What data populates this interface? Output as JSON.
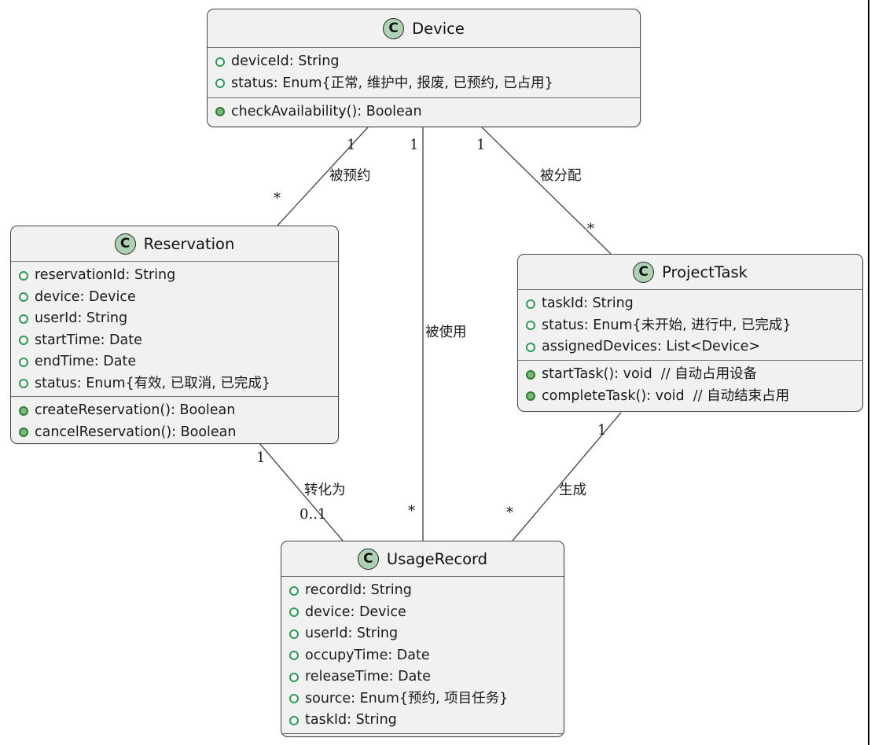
{
  "diagram": {
    "kind": "uml-class-diagram",
    "colors": {
      "class_fill": "#f1f1f1",
      "class_border": "#454545",
      "spot_fill": "#add1b2",
      "field_marker": "#2e9957",
      "method_marker": "#317a31",
      "edge_line": "#4e4e4e",
      "background": "#ffffff"
    },
    "classes": [
      {
        "stereotype": "C",
        "name": "Device",
        "attributes": [
          "deviceId: String",
          "status: Enum{正常, 维护中, 报废, 已预约, 已占用}"
        ],
        "methods": [
          "checkAvailability(): Boolean"
        ]
      },
      {
        "stereotype": "C",
        "name": "Reservation",
        "attributes": [
          "reservationId: String",
          "device: Device",
          "userId: String",
          "startTime: Date",
          "endTime: Date",
          "status: Enum{有效, 已取消, 已完成}"
        ],
        "methods": [
          "createReservation(): Boolean",
          "cancelReservation(): Boolean"
        ]
      },
      {
        "stereotype": "C",
        "name": "ProjectTask",
        "attributes": [
          "taskId: String",
          "status: Enum{未开始, 进行中, 已完成}",
          "assignedDevices: List<Device>"
        ],
        "methods": [
          "startTask(): void  // 自动占用设备",
          "completeTask(): void  // 自动结束占用"
        ]
      },
      {
        "stereotype": "C",
        "name": "UsageRecord",
        "attributes": [
          "recordId: String",
          "device: Device",
          "userId: String",
          "occupyTime: Date",
          "releaseTime: Date",
          "source: Enum{预约, 项目任务}",
          "taskId: String"
        ],
        "methods": []
      }
    ],
    "edges": [
      {
        "from": "Device",
        "to": "Reservation",
        "label": "被预约",
        "from_mult": "1",
        "to_mult": "*"
      },
      {
        "from": "Device",
        "to": "UsageRecord",
        "label": "被使用",
        "from_mult": "1",
        "to_mult": "*"
      },
      {
        "from": "Device",
        "to": "ProjectTask",
        "label": "被分配",
        "from_mult": "1",
        "to_mult": "*"
      },
      {
        "from": "Reservation",
        "to": "UsageRecord",
        "label": "转化为",
        "from_mult": "1",
        "to_mult": "0..1"
      },
      {
        "from": "ProjectTask",
        "to": "UsageRecord",
        "label": "生成",
        "from_mult": "1",
        "to_mult": "*"
      }
    ]
  }
}
